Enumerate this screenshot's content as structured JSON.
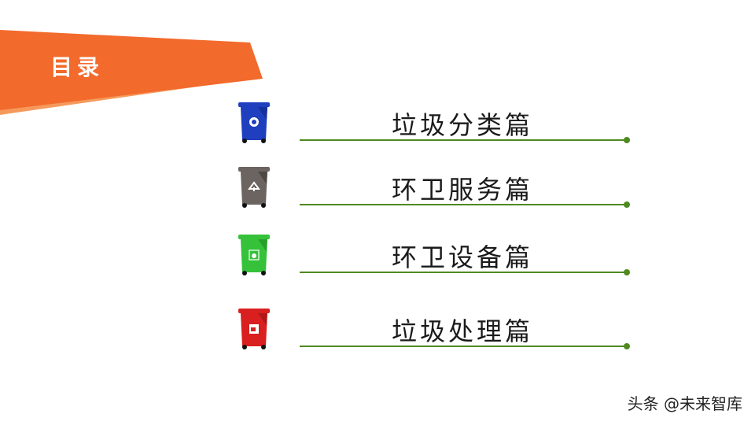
{
  "header": {
    "title": "目录",
    "banner_color": "#f26a2c",
    "banner_accent": "#f59a5c"
  },
  "items": [
    {
      "label": "垃圾分类篇",
      "bin_color": "#1f3fbf",
      "bin_dark": "#17309a",
      "icon": "recycle-icon"
    },
    {
      "label": "环卫服务篇",
      "bin_color": "#6b6461",
      "bin_dark": "#4e4845",
      "icon": "other-waste-icon"
    },
    {
      "label": "环卫设备篇",
      "bin_color": "#35c23a",
      "bin_dark": "#27a02b",
      "icon": "kitchen-waste-icon"
    },
    {
      "label": "垃圾处理篇",
      "bin_color": "#d91f1f",
      "bin_dark": "#b01818",
      "icon": "hazardous-waste-icon"
    }
  ],
  "line_color": "#4f8a1f",
  "watermark": "头条 @未来智库"
}
